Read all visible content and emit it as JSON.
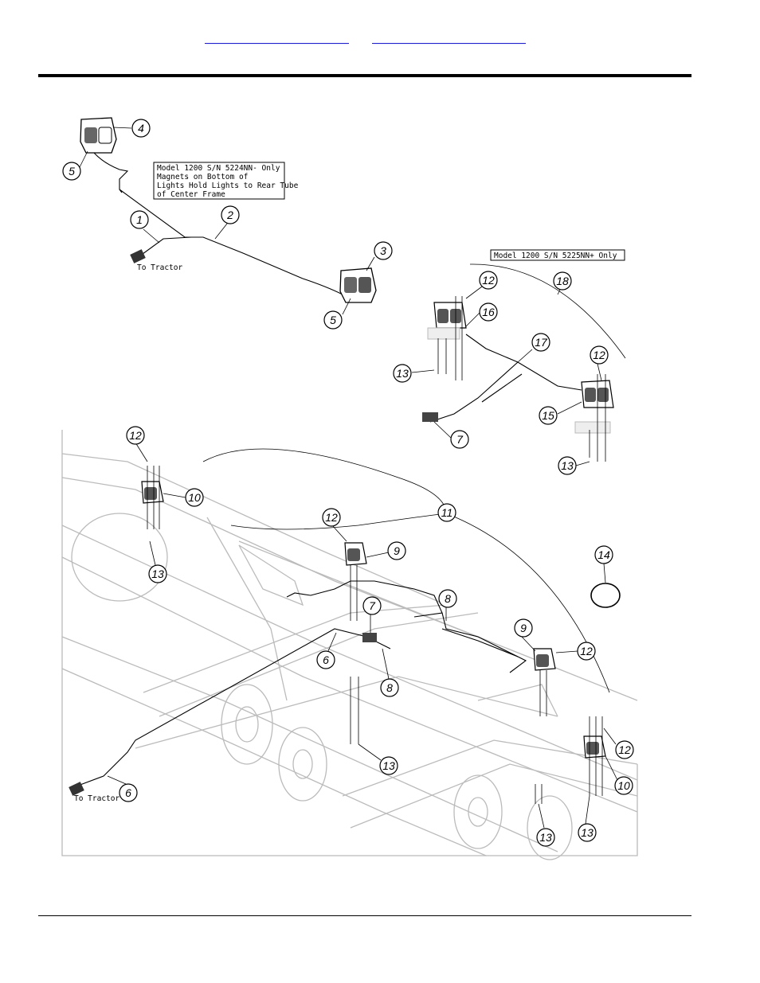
{
  "header": {
    "link_a": "",
    "link_b": ""
  },
  "notes": {
    "model_5224": [
      "Model 1200 S/N 5224NN- Only",
      "Magnets on Bottom of",
      "Lights Hold Lights to Rear Tube",
      "of Center Frame"
    ],
    "model_5225": "Model 1200 S/N 5225NN+ Only"
  },
  "labels": {
    "to_tractor_top": "To Tractor",
    "to_tractor_bottom": "To Tractor"
  },
  "callouts": [
    "1",
    "2",
    "3",
    "4",
    "5",
    "5",
    "6",
    "6",
    "7",
    "7",
    "8",
    "8",
    "9",
    "9",
    "10",
    "10",
    "11",
    "12",
    "12",
    "12",
    "12",
    "12",
    "12",
    "13",
    "13",
    "13",
    "13",
    "13",
    "13",
    "14",
    "15",
    "16",
    "17",
    "18"
  ]
}
